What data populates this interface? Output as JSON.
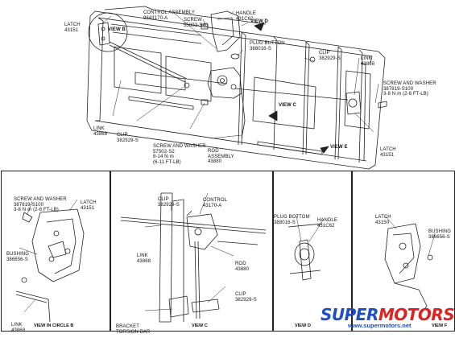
{
  "top_diagram": {
    "callouts": {
      "latch_left": [
        "LATCH",
        "43151"
      ],
      "control_assembly": [
        "CONTROL ASSEMBLY",
        "9843170-A"
      ],
      "screw_top": [
        "SCREW",
        "55893-S40"
      ],
      "handle_top": [
        "HANDLE",
        "431C62"
      ],
      "view_d": "VIEW D",
      "view_b": "VIEW B",
      "plug_button": [
        "PLUG BUTTON",
        "388016-S"
      ],
      "clip_top": [
        "CLIP",
        "382929-S"
      ],
      "link_right": [
        "LINK",
        "43868"
      ],
      "screw_washer_right": [
        "SCREW AND WASHER",
        "387819-S100",
        "3-8 N·m (2-6 FT-LB)"
      ],
      "link_left": [
        "LINK",
        "43868"
      ],
      "clip_left": [
        "CLIP",
        "382929-S"
      ],
      "screw_washer_center": [
        "SCREW AND WASHER",
        "57502-S2",
        "8-14 N·m",
        "(6-11 FT-LB)"
      ],
      "rod_assembly": [
        "ROD",
        "ASSEMBLY",
        "43880"
      ],
      "view_c": "VIEW C",
      "view_e": "VIEW E",
      "latch_right": [
        "LATCH",
        "43151"
      ]
    }
  },
  "view_b": {
    "caption": "VIEW IN CIRCLE B",
    "callouts": {
      "screw_washer": [
        "SCREW AND WASHER",
        "387819-S100",
        "3-8 N·m (2-6 FT-LB)"
      ],
      "latch": [
        "LATCH",
        "43151"
      ],
      "bushing": [
        "BUSHING",
        "386656-S"
      ],
      "link": [
        "LINK",
        "43868"
      ]
    }
  },
  "view_c": {
    "caption": "VIEW C",
    "callouts": {
      "clip_top": [
        "CLIP",
        "382929-S"
      ],
      "control": [
        "CONTROL",
        "43170-A"
      ],
      "link": [
        "LINK",
        "43868"
      ],
      "rod": [
        "ROD",
        "43880"
      ],
      "clip_bottom": [
        "CLIP",
        "382929-S"
      ],
      "bracket": [
        "BRACKET",
        "TORSION BAR"
      ]
    }
  },
  "view_d": {
    "caption": "VIEW D",
    "callouts": {
      "plug_bottom": [
        "PLUG BOTTOM",
        "388016-S"
      ],
      "handle": [
        "HANDLE",
        "431C62"
      ]
    }
  },
  "view_f": {
    "caption": "VIEW F",
    "callouts": {
      "latch": [
        "LATCH",
        "43150"
      ],
      "bushing": [
        "BUSHING",
        "386656-S"
      ]
    }
  },
  "watermark": {
    "brand_part1": "SUPER",
    "brand_part2": "MOTORS",
    "url": "www.supermotors.net"
  }
}
